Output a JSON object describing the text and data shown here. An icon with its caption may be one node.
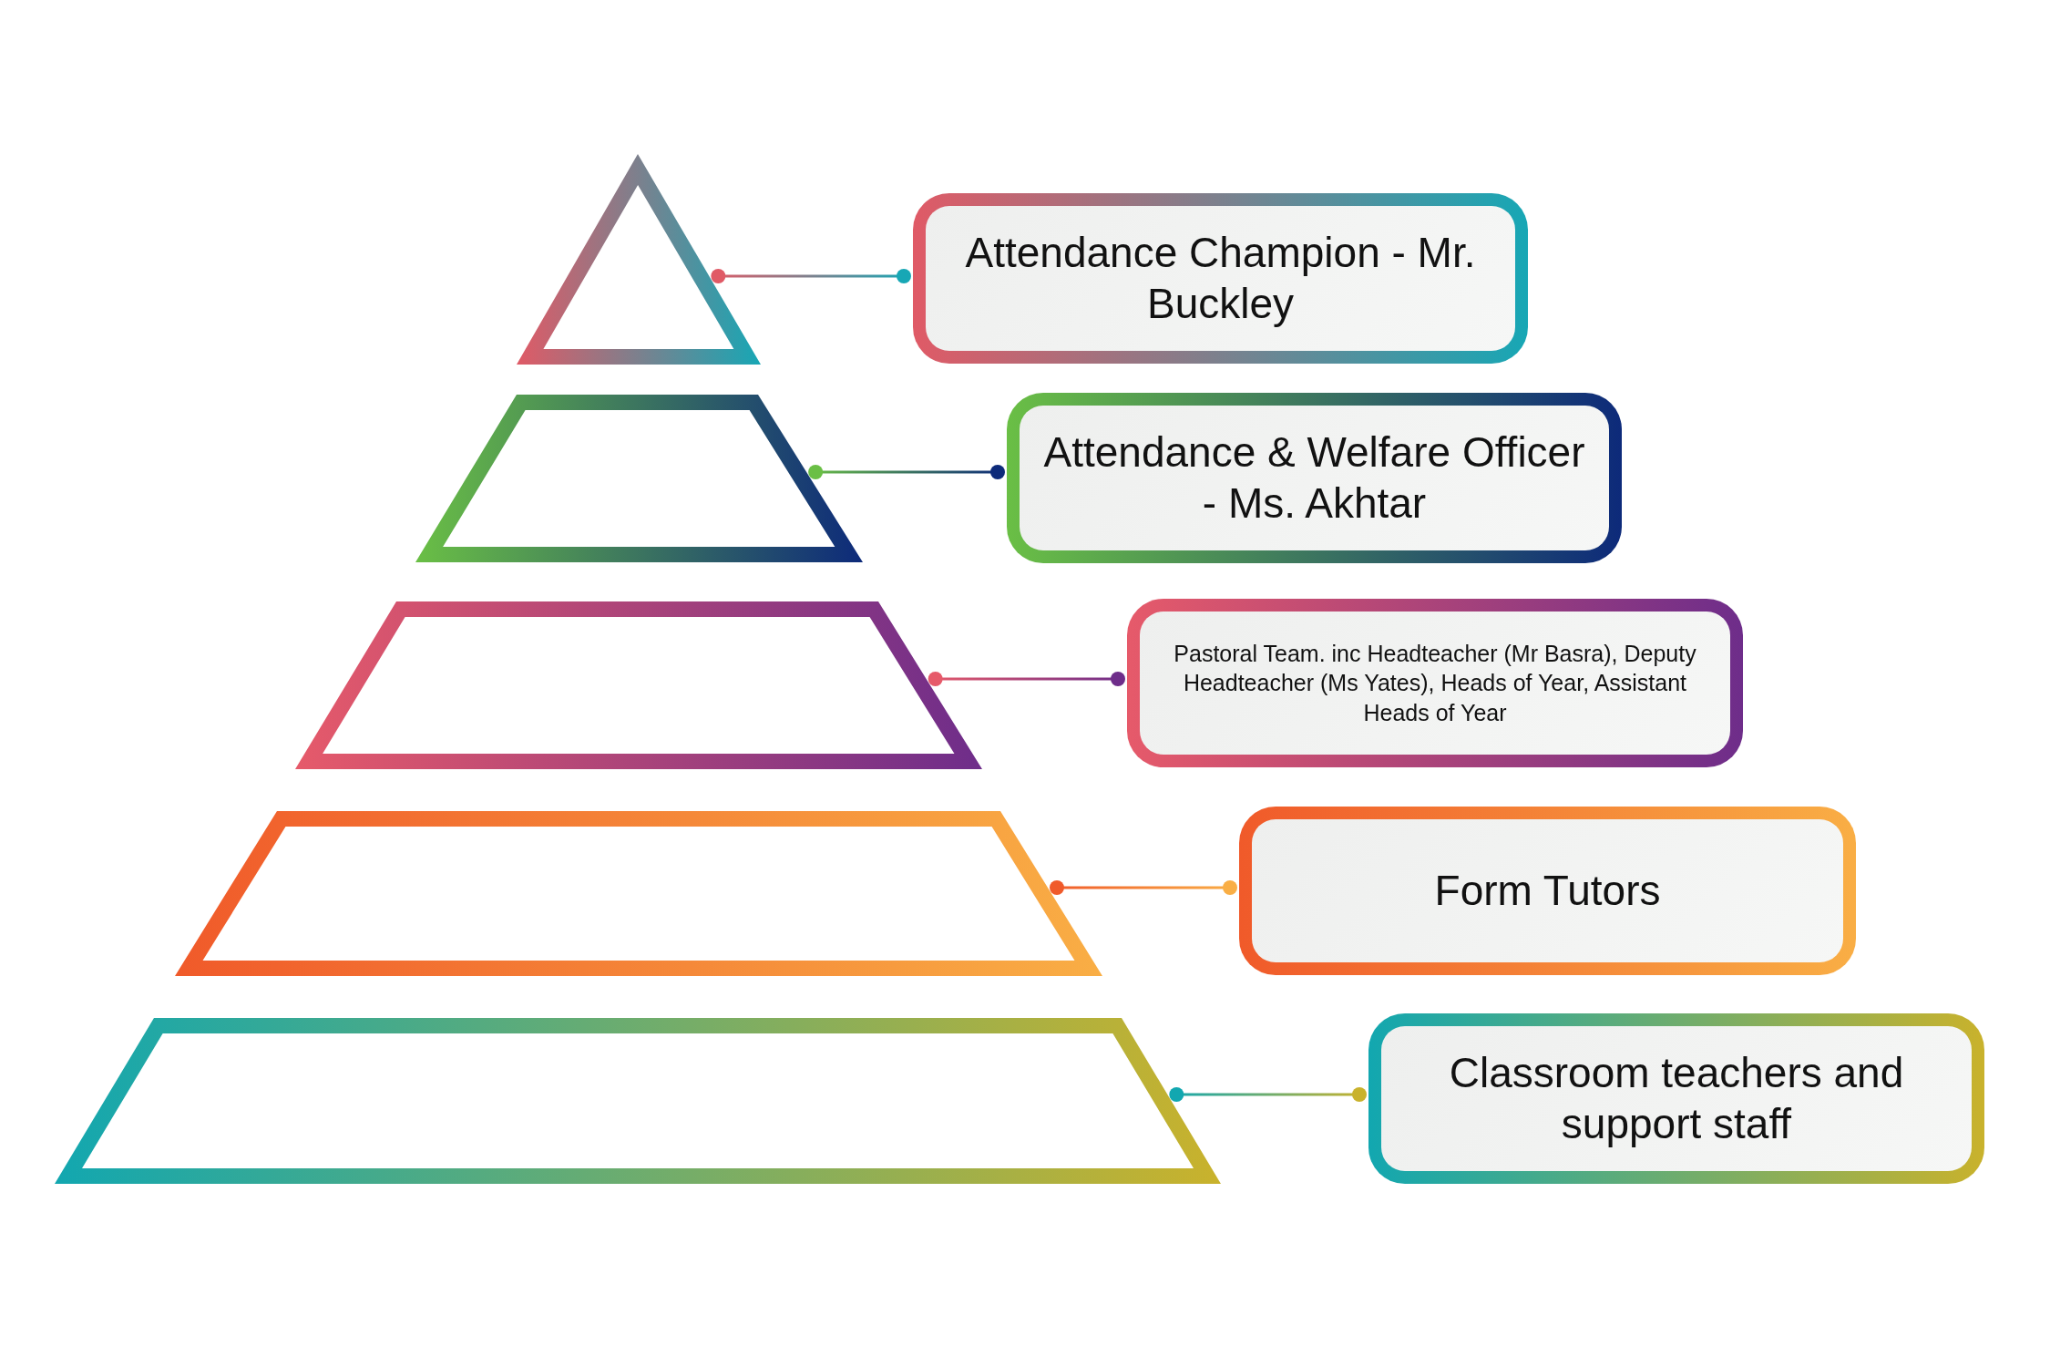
{
  "diagram": {
    "nodes": [
      {
        "text": [],
        "shape": "triangle"
      },
      {
        "text": [],
        "shape": "trapezoid"
      },
      {
        "text": [],
        "shape": "trapezoid"
      },
      {
        "text": [],
        "shape": "trapezoid"
      },
      {
        "text": [],
        "shape": "trapezoid"
      },
      {
        "text": [
          "Attendance Champion - Mr. Buckley"
        ]
      },
      {
        "text": [
          "Attendance & Welfare Officer - Ms. Akhtar"
        ]
      },
      {
        "text": [
          "Pastoral Team. inc Headteacher (Mr Basra), Deputy Headteacher (Ms Yates), Heads of Year, Assistant Heads of Year"
        ]
      },
      {
        "text": [
          "Form Tutors"
        ]
      },
      {
        "text": [
          "Classroom teachers and support staff"
        ]
      }
    ],
    "edges": [
      {
        "from": 0,
        "to": 5,
        "arrow": "other"
      },
      {
        "from": 1,
        "to": 6,
        "arrow": "other"
      },
      {
        "from": 2,
        "to": 7,
        "arrow": "other"
      },
      {
        "from": 3,
        "to": 8,
        "arrow": "other"
      },
      {
        "from": 4,
        "to": 9,
        "arrow": "other"
      }
    ]
  }
}
